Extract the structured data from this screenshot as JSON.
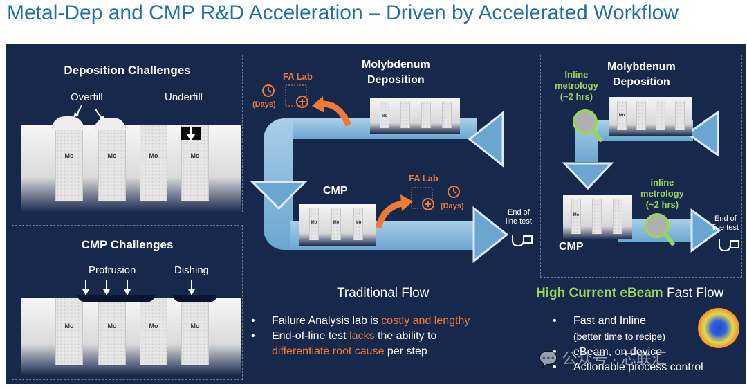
{
  "title": "Metal-Dep and CMP R&D Acceleration – Driven by Accelerated Workflow",
  "deposition": {
    "title": "Deposition Challenges",
    "overfill": "Overfill",
    "underfill": "Underfill",
    "mo": "Mo"
  },
  "cmp_box": {
    "title": "CMP Challenges",
    "protrusion": "Protrusion",
    "dishing": "Dishing",
    "mo": "Mo"
  },
  "traditional": {
    "dep_label": "Molybdenum\nDeposition",
    "fa_lab_top": "FA Lab",
    "days_top": "(Days)",
    "cmp": "CMP",
    "fa_lab_bottom": "FA Lab",
    "days_bottom": "(Days)",
    "end_test": "End of\nline test",
    "heading": "Traditional Flow",
    "bullet1_pre": "Failure Analysis lab is ",
    "bullet1_hl": "costly and lengthy",
    "bullet2_pre": "End-of-line test ",
    "bullet2_hl": "lacks",
    "bullet2_post": " the ability to",
    "bullet2_line2_hl": "differentiate root cause",
    "bullet2_line2_post": " per step"
  },
  "fast": {
    "dep_label": "Molybdenum\nDeposition",
    "inline_top": "Inline\nmetrology\n(~2 hrs)",
    "inline_bottom": "inline\nmetrology\n(~2 hrs)",
    "cmp": "CMP",
    "end_test": "End of\nline test",
    "heading_hl": "High Current eBeam",
    "heading_rest": "Fast Flow",
    "bullet1": "Fast and Inline",
    "bullet1_sub": "(better time to recipe)",
    "bullet2": "eBeam, on device",
    "bullet3": "Actionable process control"
  },
  "watermark": "公众号 · 芯联汇",
  "colors": {
    "title_blue": "#1f6fa8",
    "panel": "#17284d",
    "orange": "#f07a33",
    "green": "#9bd45a",
    "flow_arrow": "#7fb5db"
  }
}
